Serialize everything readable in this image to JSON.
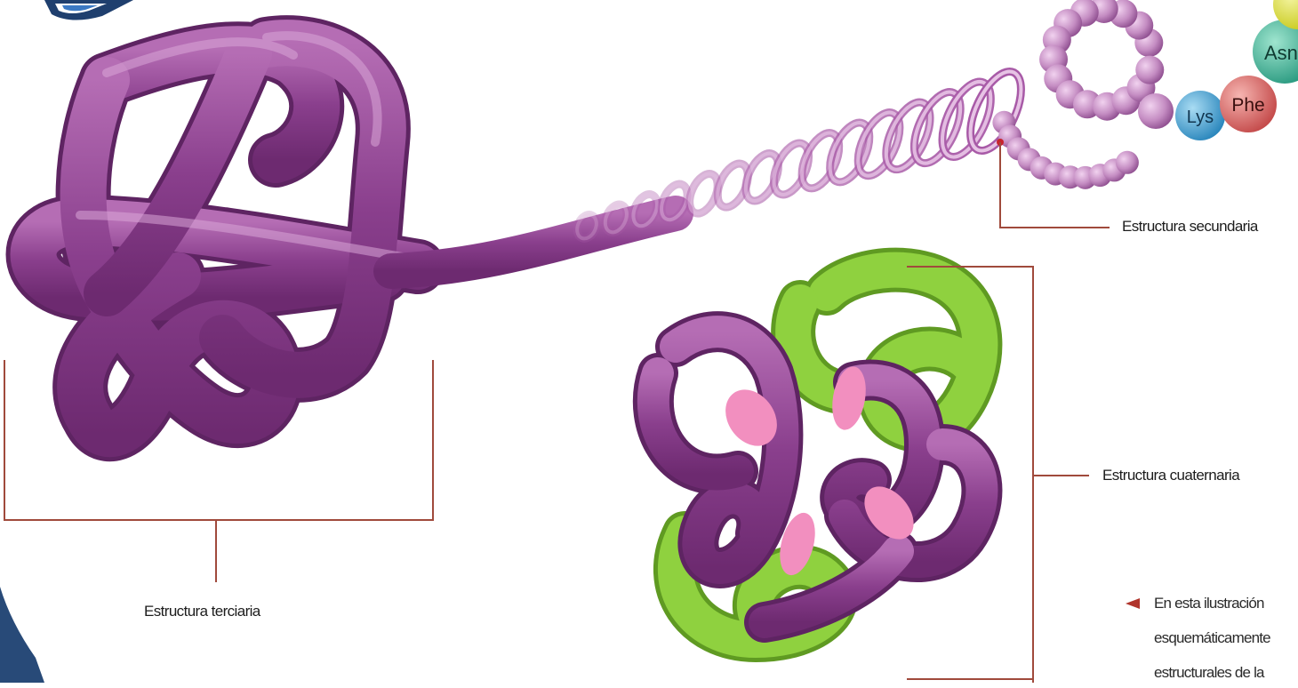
{
  "labels": {
    "secondary": "Estructura secundaria",
    "tertiary": "Estructura terciaria",
    "quaternary": "Estructura cuaternaria"
  },
  "amino_acids": [
    {
      "name": "Lys",
      "color": "#3aa6d8"
    },
    {
      "name": "Phe",
      "color": "#e06a6a"
    },
    {
      "name": "Asn",
      "color": "#3fb59b"
    }
  ],
  "caption": {
    "line1": "En esta ilustración",
    "line2": "esquemáticamente",
    "line3": "estructurales de la"
  },
  "colors": {
    "protein_purple": "#9b4d9c",
    "protein_purple_light": "#c98bc7",
    "subunit_green": "#8fd13f",
    "leader_line": "#a04a3c",
    "badge_dark": "#1f3f6e",
    "corner_blue": "#284a78"
  }
}
